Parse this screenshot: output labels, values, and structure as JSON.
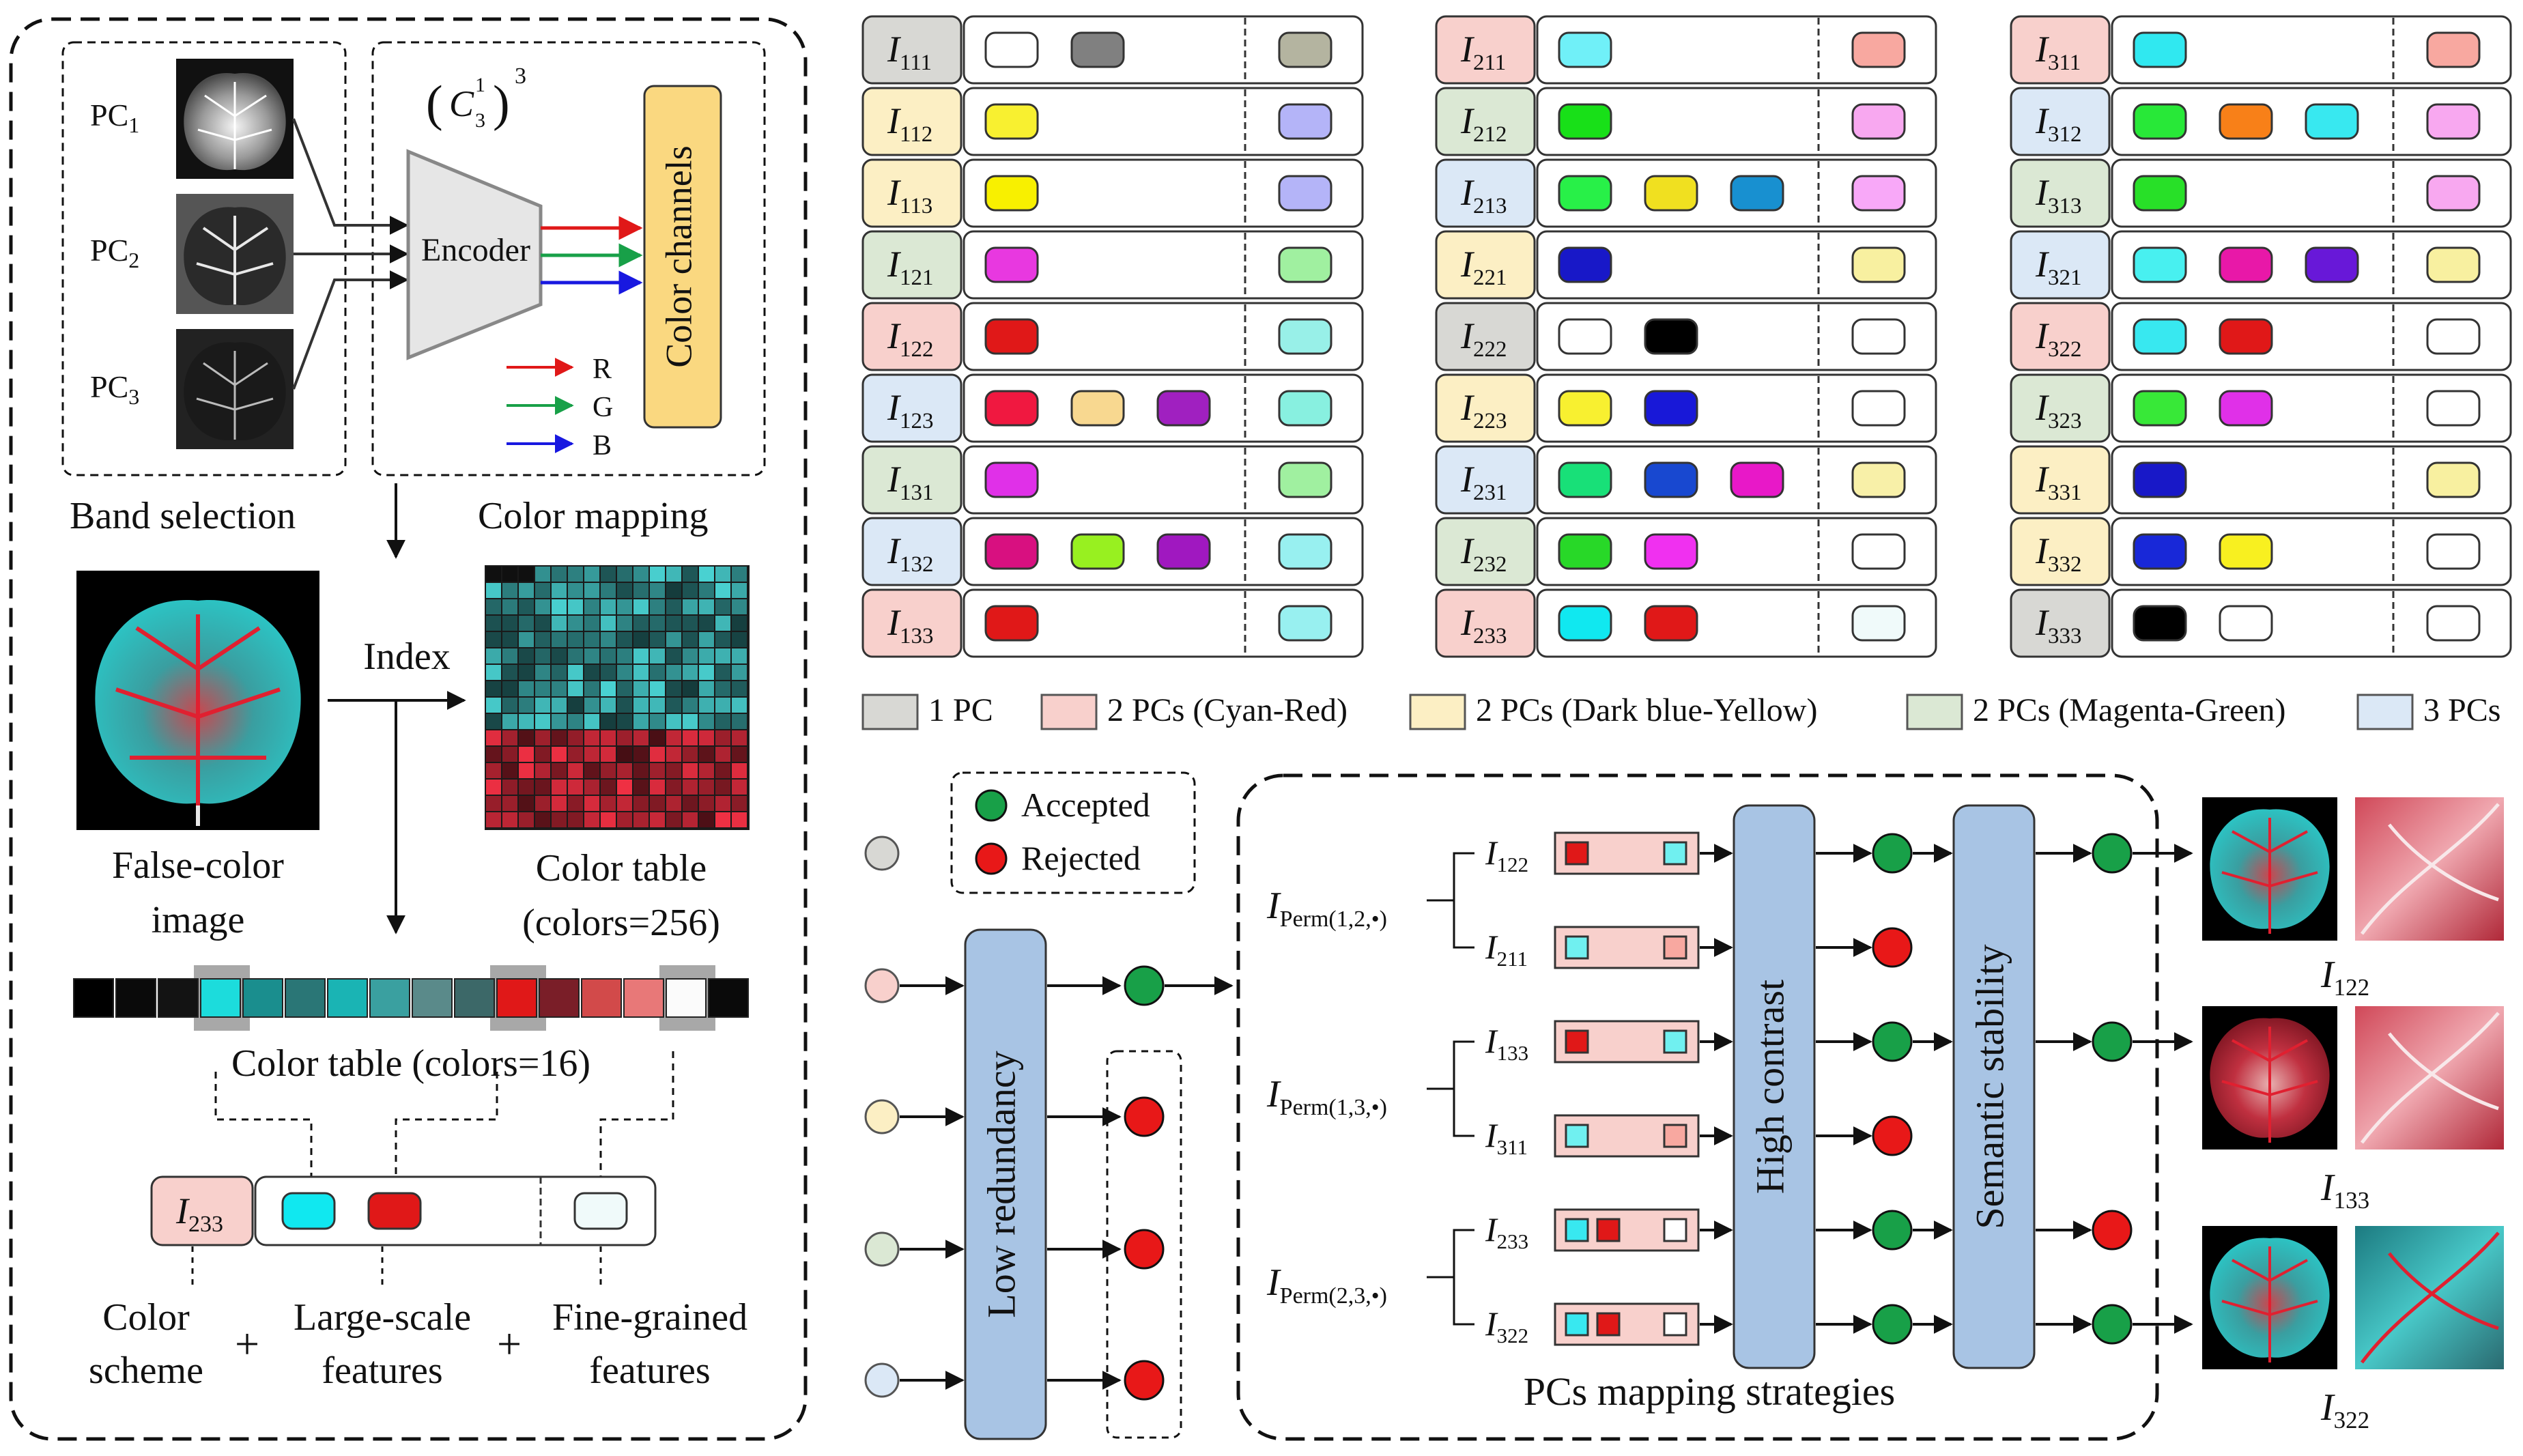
{
  "left_panel": {
    "pc_labels": [
      {
        "base": "PC",
        "sub": "1"
      },
      {
        "base": "PC",
        "sub": "2"
      },
      {
        "base": "PC",
        "sub": "3"
      }
    ],
    "combo_base": "C",
    "combo_sub": "3",
    "combo_sup": "1",
    "combo_power": "3",
    "encoder_label": "Encoder",
    "color_channels_label": "Color channels",
    "channel_labels": [
      "R",
      "G",
      "B"
    ],
    "band_selection_label": "Band selection",
    "color_mapping_label": "Color mapping",
    "index_label": "Index",
    "false_color_label": [
      "False-color",
      "image"
    ],
    "color_table_256_label": [
      "Color table",
      "(colors=256)"
    ],
    "color_table_16_label": "Color table (colors=16)",
    "example_code": {
      "base": "I",
      "sub": "233"
    },
    "bottom_labels": {
      "color_scheme": [
        "Color",
        "scheme"
      ],
      "large_scale": [
        "Large-scale",
        "features"
      ],
      "fine_grained": [
        "Fine-grained",
        "features"
      ],
      "plus": "+"
    },
    "palette16": [
      "#000000",
      "#0a0a0a",
      "#131313",
      "#1cdcdc",
      "#1a8e8e",
      "#2a7676",
      "#1ab4b4",
      "#3aa0a0",
      "#5a8a8a",
      "#3c6868",
      "#e01818",
      "#7a1e28",
      "#d24a4a",
      "#e87878",
      "#fbfbfb",
      "#0a0a0a"
    ]
  },
  "mapping_table": {
    "columns": [
      [
        {
          "sub": "111",
          "group": "1pc",
          "chips": [
            "#ffffff",
            "#808080"
          ],
          "fine": "#b4b4a0"
        },
        {
          "sub": "112",
          "group": "db_yellow",
          "chips": [
            "#f8f030"
          ],
          "fine": "#b4b4f8"
        },
        {
          "sub": "113",
          "group": "db_yellow",
          "chips": [
            "#f8f000"
          ],
          "fine": "#b4b4f8"
        },
        {
          "sub": "121",
          "group": "mag_green",
          "chips": [
            "#e838e0"
          ],
          "fine": "#a0f0a0"
        },
        {
          "sub": "122",
          "group": "cyan_red",
          "chips": [
            "#e01818"
          ],
          "fine": "#98f0e8"
        },
        {
          "sub": "123",
          "group": "3pc",
          "chips": [
            "#f01840",
            "#f8d890",
            "#a020c0"
          ],
          "fine": "#88f0e0"
        },
        {
          "sub": "131",
          "group": "mag_green",
          "chips": [
            "#e030e8"
          ],
          "fine": "#a0f0a0"
        },
        {
          "sub": "132",
          "group": "3pc",
          "chips": [
            "#d81080",
            "#98f020",
            "#a018c0"
          ],
          "fine": "#98f0f0"
        },
        {
          "sub": "133",
          "group": "cyan_red",
          "chips": [
            "#e01818"
          ],
          "fine": "#98f0f0"
        }
      ],
      [
        {
          "sub": "211",
          "group": "cyan_red",
          "chips": [
            "#70f0f8"
          ],
          "fine": "#f8a8a0"
        },
        {
          "sub": "212",
          "group": "mag_green",
          "chips": [
            "#18e018"
          ],
          "fine": "#f8a8f0"
        },
        {
          "sub": "213",
          "group": "3pc",
          "chips": [
            "#28f048",
            "#f0e020",
            "#1890d0"
          ],
          "fine": "#f8a8f8"
        },
        {
          "sub": "221",
          "group": "db_yellow",
          "chips": [
            "#1818c8"
          ],
          "fine": "#f8f0a0"
        },
        {
          "sub": "222",
          "group": "1pc",
          "chips": [
            "#ffffff",
            "#000000"
          ],
          "fine": "#ffffff"
        },
        {
          "sub": "223",
          "group": "db_yellow",
          "chips": [
            "#f8f030",
            "#1818d8"
          ],
          "fine": "#ffffff"
        },
        {
          "sub": "231",
          "group": "3pc",
          "chips": [
            "#18e078",
            "#1848d0",
            "#e818c8"
          ],
          "fine": "#f8f0a8"
        },
        {
          "sub": "232",
          "group": "mag_green",
          "chips": [
            "#28d828",
            "#f030f0"
          ],
          "fine": "#ffffff"
        },
        {
          "sub": "233",
          "group": "cyan_red",
          "chips": [
            "#10e8f0",
            "#e01818"
          ],
          "fine": "#f0fafa"
        }
      ],
      [
        {
          "sub": "311",
          "group": "cyan_red",
          "chips": [
            "#30e8f0"
          ],
          "fine": "#f8a8a0"
        },
        {
          "sub": "312",
          "group": "3pc",
          "chips": [
            "#28e838",
            "#f88018",
            "#38e8f0"
          ],
          "fine": "#f8a8f0"
        },
        {
          "sub": "313",
          "group": "mag_green",
          "chips": [
            "#28e028"
          ],
          "fine": "#f8a8f0"
        },
        {
          "sub": "321",
          "group": "3pc",
          "chips": [
            "#48f0f0",
            "#e818a8",
            "#6818d8"
          ],
          "fine": "#f8f0a0"
        },
        {
          "sub": "322",
          "group": "cyan_red",
          "chips": [
            "#38e8f0",
            "#e01818"
          ],
          "fine": "#ffffff"
        },
        {
          "sub": "323",
          "group": "mag_green",
          "chips": [
            "#38e838",
            "#e030e8"
          ],
          "fine": "#ffffff"
        },
        {
          "sub": "331",
          "group": "db_yellow",
          "chips": [
            "#1818c8"
          ],
          "fine": "#f8f0a0"
        },
        {
          "sub": "332",
          "group": "db_yellow",
          "chips": [
            "#1828d8",
            "#f8f020"
          ],
          "fine": "#ffffff"
        },
        {
          "sub": "333",
          "group": "1pc",
          "chips": [
            "#000000",
            "#ffffff"
          ],
          "fine": "#ffffff"
        }
      ]
    ]
  },
  "groups": {
    "1pc": {
      "label": "1 PC",
      "color": "#d8d8d4"
    },
    "cyan_red": {
      "label": "2 PCs (Cyan-Red)",
      "color": "#f8d0cc"
    },
    "db_yellow": {
      "label": "2 PCs (Dark blue-Yellow)",
      "color": "#fcefc4"
    },
    "mag_green": {
      "label": "2 PCs (Magenta-Green)",
      "color": "#dbe8d4"
    },
    "3pc": {
      "label": "3 PCs",
      "color": "#dbe8f6"
    }
  },
  "legend_order": [
    "1pc",
    "cyan_red",
    "db_yellow",
    "mag_green",
    "3pc"
  ],
  "selection": {
    "legend_accepted": "Accepted",
    "legend_rejected": "Rejected",
    "accepted_color": "#18a048",
    "rejected_color": "#e81818",
    "low_redundancy": "Low redundancy",
    "high_contrast": "High contrast",
    "semantic_stability": "Semantic stability",
    "strategies_caption": "PCs mapping strategies",
    "perm_groups": [
      {
        "perm_base": "I",
        "perm_sub": "Perm(1,2,•)",
        "rows": [
          {
            "sub": "122",
            "chips": [
              "#e01818",
              "#70f0f0"
            ],
            "hc": "accepted",
            "ss": "accepted"
          },
          {
            "sub": "211",
            "chips": [
              "#70f0f0",
              "#f8a8a0"
            ],
            "hc": "rejected"
          }
        ]
      },
      {
        "perm_base": "I",
        "perm_sub": "Perm(1,3,•)",
        "rows": [
          {
            "sub": "133",
            "chips": [
              "#e01818",
              "#70f0f0"
            ],
            "hc": "accepted",
            "ss": "accepted"
          },
          {
            "sub": "311",
            "chips": [
              "#70f0f0",
              "#f8a8a0"
            ],
            "hc": "rejected"
          }
        ]
      },
      {
        "perm_base": "I",
        "perm_sub": "Perm(2,3,•)",
        "rows": [
          {
            "sub": "233",
            "chips": [
              "#38e8f0",
              "#e01818",
              "#ffffff"
            ],
            "hc": "accepted",
            "ss": "rejected"
          },
          {
            "sub": "322",
            "chips": [
              "#38e8f0",
              "#e01818",
              "#ffffff"
            ],
            "hc": "accepted",
            "ss": "accepted"
          }
        ]
      }
    ],
    "outputs": [
      {
        "base": "I",
        "sub": "122"
      },
      {
        "base": "I",
        "sub": "133"
      },
      {
        "base": "I",
        "sub": "322"
      }
    ]
  }
}
